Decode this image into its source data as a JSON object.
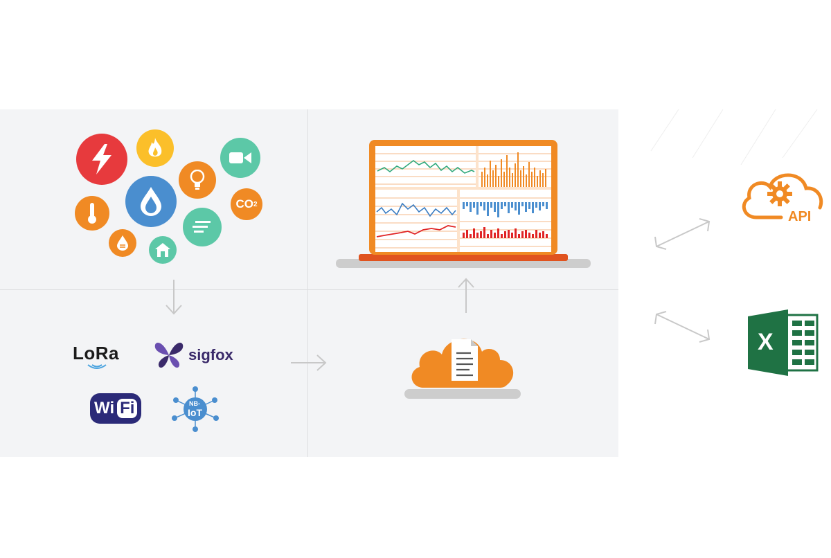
{
  "colors": {
    "orange": "#f08a24",
    "red": "#e73a3d",
    "yellow": "#fbbf2a",
    "teal": "#5cc8a7",
    "blue": "#4a8ecf",
    "panel": "#f3f4f6",
    "arrow": "#c8c8c8",
    "excel_green": "#1f7244"
  },
  "sensors": {
    "co2_label": "CO",
    "co2_sub": "2"
  },
  "protocols": {
    "lora": "LoRa",
    "sigfox": "sigfox",
    "wifi_wi": "Wi",
    "wifi_fi": "Fi",
    "nbiot_top": "NB-",
    "nbiot_bottom": "IoT"
  },
  "outputs": {
    "api": "API",
    "excel": "X"
  }
}
